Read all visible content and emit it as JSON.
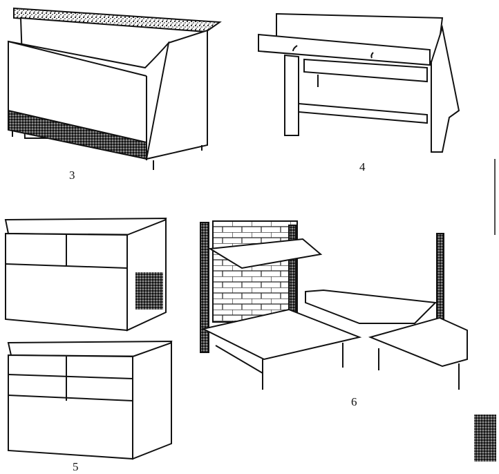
{
  "figures": [
    {
      "id": "counter-with-sloped-top",
      "label": "3"
    },
    {
      "id": "desk-with-drawer",
      "label": "4"
    },
    {
      "id": "low-cabinets-pair",
      "label": "5"
    },
    {
      "id": "wall-shelving-corner",
      "label": "6"
    }
  ]
}
